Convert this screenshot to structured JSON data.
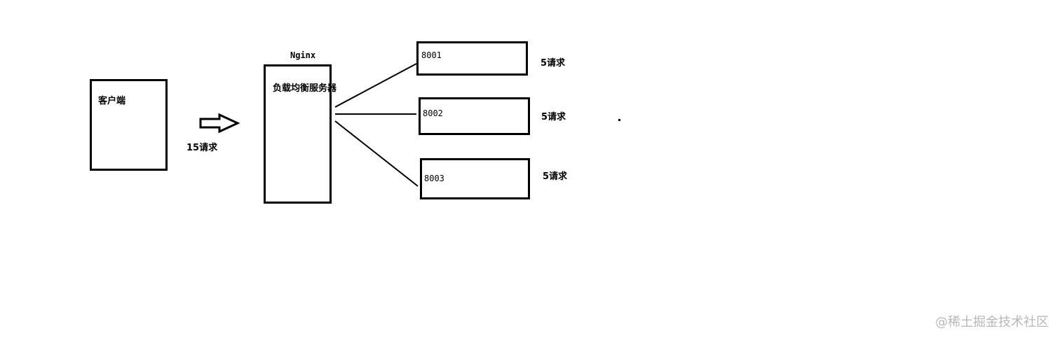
{
  "client": {
    "label": "客户端"
  },
  "client_request": {
    "label": "15请求"
  },
  "nginx": {
    "title": "Nginx",
    "label": "负载均衡服务器"
  },
  "servers": [
    {
      "port": "8001",
      "requests": "5请求"
    },
    {
      "port": "8002",
      "requests": "5请求"
    },
    {
      "port": "8003",
      "requests": "5请求"
    }
  ],
  "watermark": "@稀土掘金技术社区",
  "colors": {
    "stroke": "#000000",
    "watermark": "#b8b8b8",
    "background": "#ffffff"
  }
}
